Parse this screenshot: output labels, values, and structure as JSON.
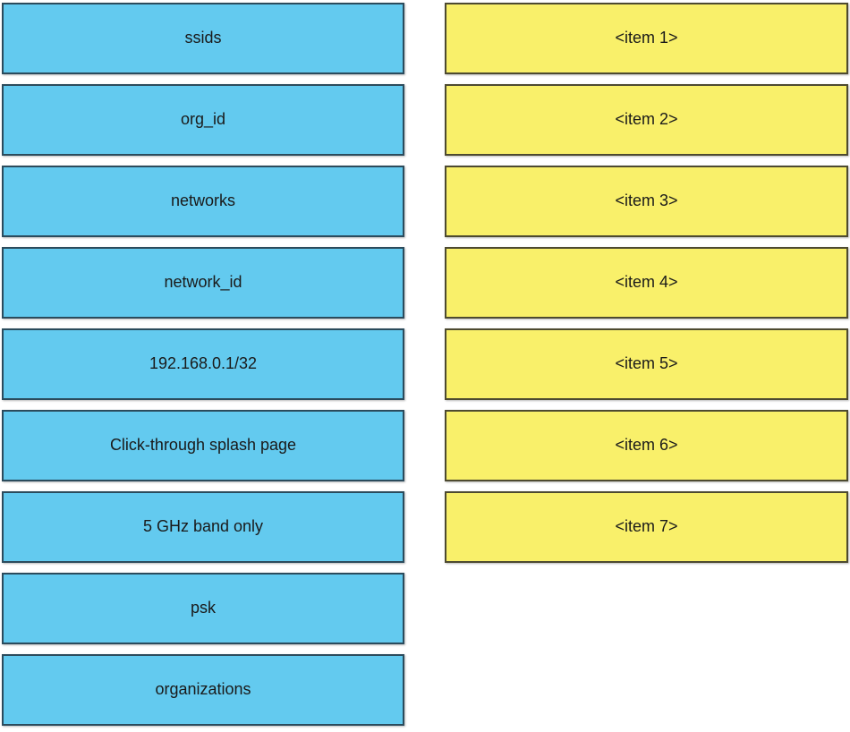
{
  "source_column": {
    "items": [
      "ssids",
      "org_id",
      "networks",
      "network_id",
      "192.168.0.1/32",
      "Click-through splash page",
      "5 GHz band only",
      "psk",
      "organizations"
    ]
  },
  "target_column": {
    "items": [
      "<item 1>",
      "<item 2>",
      "<item 3>",
      "<item 4>",
      "<item 5>",
      "<item 6>",
      "<item 7>"
    ]
  },
  "colors": {
    "source_fill": "#63caef",
    "source_border": "#2b4b5c",
    "target_fill": "#f9f06a",
    "target_border": "#4d4a30",
    "text": "#1a1a1a",
    "background": "#ffffff"
  }
}
